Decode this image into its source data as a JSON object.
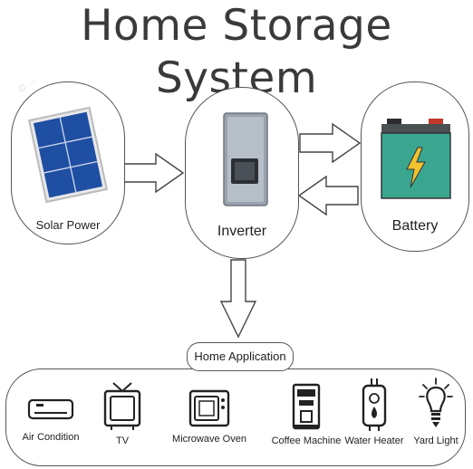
{
  "title": "Home Storage System",
  "watermark": "© ...",
  "nodes": {
    "solar": {
      "label": "Solar Power"
    },
    "inverter": {
      "label": "Inverter"
    },
    "battery": {
      "label": "Battery"
    }
  },
  "home_application": {
    "label": "Home Application"
  },
  "appliances": [
    {
      "label": "Air Condition",
      "icon": "air-conditioner-icon"
    },
    {
      "label": "TV",
      "icon": "tv-icon"
    },
    {
      "label": "Microwave Oven",
      "icon": "microwave-icon"
    },
    {
      "label": "Coffee Machine",
      "icon": "coffee-machine-icon"
    },
    {
      "label": "Water Heater",
      "icon": "water-heater-icon"
    },
    {
      "label": "Yard Light",
      "icon": "light-bulb-icon"
    }
  ],
  "colors": {
    "solar_panel": "#1f4fa3",
    "battery_body": "#3aa68f",
    "battery_bolt": "#f2c230",
    "inverter_body": "#9aa3ad"
  }
}
